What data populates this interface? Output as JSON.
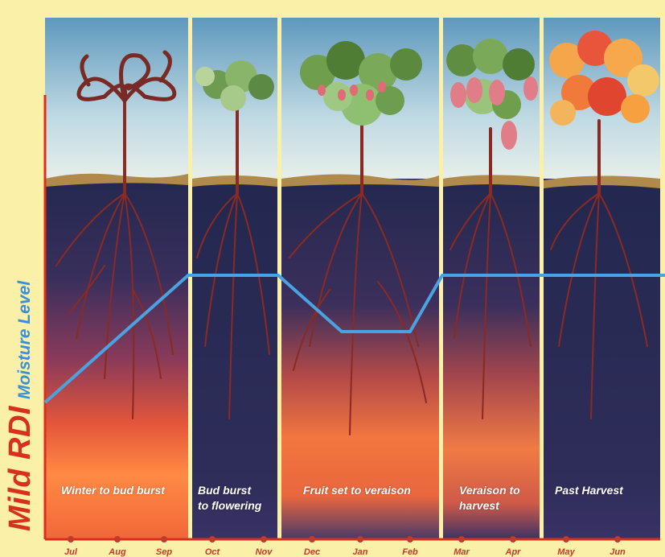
{
  "y_axis": {
    "mild_label": "Mild RDI",
    "moisture_label": "Moisture Level"
  },
  "stages": [
    {
      "label": "Winter to bud burst"
    },
    {
      "label": "Bud burst",
      "label2": "to flowering"
    },
    {
      "label": "Fruit set to veraison"
    },
    {
      "label": "Veraison to",
      "label2": "harvest"
    },
    {
      "label": "Past Harvest"
    }
  ],
  "months": [
    "Jul",
    "Aug",
    "Sep",
    "Oct",
    "Nov",
    "Dec",
    "Jan",
    "Feb",
    "Mar",
    "Apr",
    "May",
    "Jun"
  ],
  "colors": {
    "background": "#fbf0a8",
    "moisture_line": "#4aa3e0",
    "axis": "#d9301e",
    "soil_dark": "#2c2a55",
    "soil_warm": "#ff7a3a",
    "root": "#8a2a22"
  }
}
